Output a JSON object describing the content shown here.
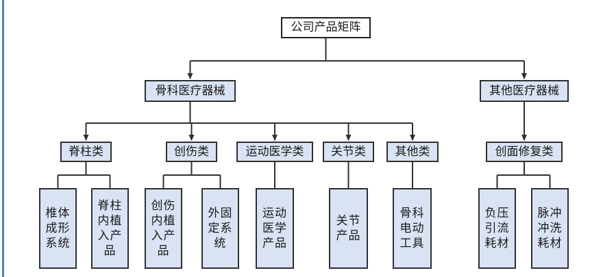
{
  "diagram": {
    "title": "公司产品矩阵",
    "root": {
      "label": "公司产品矩阵"
    },
    "level2": [
      {
        "label": "骨科医疗器械"
      },
      {
        "label": "其他医疗器械"
      }
    ],
    "level3": [
      {
        "label": "脊柱类"
      },
      {
        "label": "创伤类"
      },
      {
        "label": "运动医学类"
      },
      {
        "label": "关节类"
      },
      {
        "label": "其他类"
      },
      {
        "label": "创面修复类"
      }
    ],
    "level4": [
      {
        "label": "椎体成形系统"
      },
      {
        "label": "脊柱内植入产品"
      },
      {
        "label": "创伤内植入产品"
      },
      {
        "label": "外固定系统"
      },
      {
        "label": "运动医学产品"
      },
      {
        "label": "关节产品"
      },
      {
        "label": "骨科电动工具"
      },
      {
        "label": "负压引流耗材"
      },
      {
        "label": "脉冲冲洗耗材"
      }
    ],
    "hierarchy": {
      "公司产品矩阵": [
        "骨科医疗器械",
        "其他医疗器械"
      ],
      "骨科医疗器械": [
        "脊柱类",
        "创伤类",
        "运动医学类",
        "关节类",
        "其他类"
      ],
      "其他医疗器械": [
        "创面修复类"
      ],
      "脊柱类": [
        "椎体成形系统",
        "脊柱内植入产品"
      ],
      "创伤类": [
        "创伤内植入产品",
        "外固定系统"
      ],
      "运动医学类": [
        "运动医学产品"
      ],
      "关节类": [
        "关节产品"
      ],
      "其他类": [
        "骨科电动工具"
      ],
      "创面修复类": [
        "负压引流耗材",
        "脉冲冲洗耗材"
      ]
    },
    "colors": {
      "node_fill": "#dae3f3",
      "root_fill": "#ffffff",
      "node_border": "#2f2f2f",
      "connector": "#303030",
      "left_edge_line": "#4f81bd"
    }
  }
}
